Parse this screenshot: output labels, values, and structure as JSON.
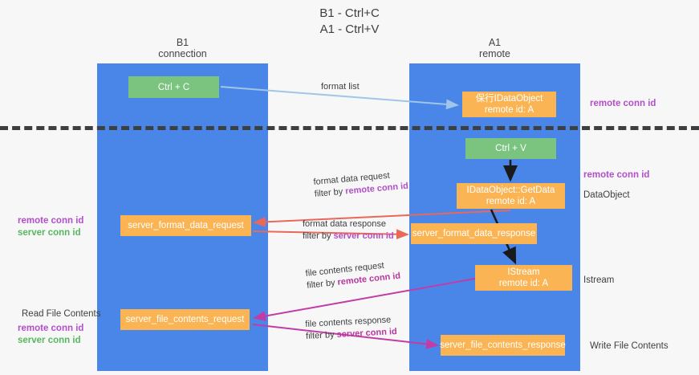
{
  "title": {
    "line1": "B1 - Ctrl+C",
    "line2": "A1 - Ctrl+V"
  },
  "columns": [
    {
      "name": "B1",
      "subtitle": "connection"
    },
    {
      "name": "A1",
      "subtitle": "remote"
    }
  ],
  "boxes": {
    "ctrl_c": {
      "label": "Ctrl + C",
      "color": "#7bc47f"
    },
    "idataobject": {
      "label": "保行IDataObject",
      "sub": "remote id: A",
      "color": "#fbb454"
    },
    "ctrl_v": {
      "label": "Ctrl + V",
      "color": "#7bc47f"
    },
    "getdata": {
      "label": "IDataObject::GetData",
      "sub": "remote id: A",
      "color": "#fbb454"
    },
    "server_format_data_request": {
      "label": "server_format_data_request",
      "color": "#fbb454"
    },
    "server_format_data_response": {
      "label": "server_format_data_response",
      "color": "#fbb454"
    },
    "istream": {
      "label": "IStream",
      "sub": "remote id: A",
      "color": "#fbb454"
    },
    "server_file_contents_request": {
      "label": "server_file_contents_request",
      "color": "#fbb454"
    },
    "server_file_contents_response": {
      "label": "server_file_contents_response",
      "color": "#fbb454"
    }
  },
  "edge_labels": {
    "format_list": "format list",
    "format_data_request": "format data request",
    "format_data_request_filter_prefix": "filter by ",
    "format_data_request_filter_key": "remote conn id",
    "format_data_response": "format data response",
    "format_data_response_filter_prefix": "filter by ",
    "format_data_response_filter_key": "server conn id",
    "file_contents_request": "file contents request",
    "file_contents_request_filter_prefix": "filter by ",
    "file_contents_request_filter_key": "remote conn id",
    "file_contents_response": "file contents response",
    "file_contents_response_filter_prefix": "filter by ",
    "file_contents_response_filter_key": "server conn id"
  },
  "annotations": {
    "remote_conn_id_top": "remote conn id",
    "remote_conn_id_mid": "remote conn id",
    "dataobject": "DataObject",
    "istream": "Istream",
    "write_file_contents": "Write File Contents",
    "read_file_contents": "Read File Contents",
    "left_remote_conn_id_1": "remote conn id",
    "left_server_conn_id_1": "server conn id",
    "left_remote_conn_id_2": "remote conn id",
    "left_server_conn_id_2": "server conn id"
  },
  "colors": {
    "lane": "#4a86e8",
    "green_box": "#7bc47f",
    "orange_box": "#fbb454",
    "purple_text": "#b24fc9",
    "green_text": "#57b75e",
    "magenta_text": "#b6379f",
    "red_arrow": "#e8685a",
    "magenta_arrow": "#c23ca8",
    "blue_arrow": "#9fc5e8",
    "black_arrow": "#1a1a1a",
    "background": "#f7f7f7"
  }
}
